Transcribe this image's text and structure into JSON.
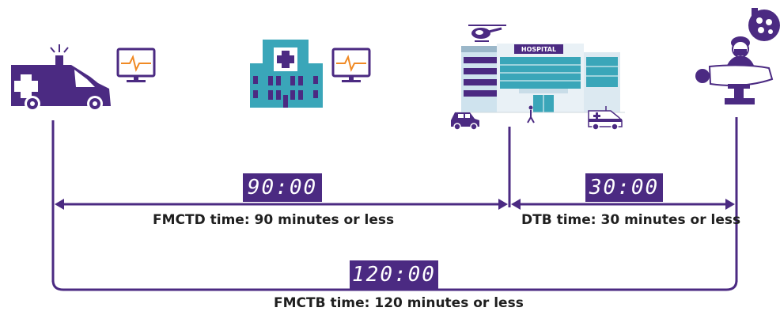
{
  "timers": {
    "fmctd": "90:00",
    "dtb": "30:00",
    "fmctb": "120:00"
  },
  "labels": {
    "fmctd": "FMCTD time: 90 minutes or less",
    "dtb": "DTB time: 30 minutes or less",
    "fmctb": "FMCTB time: 120 minutes or less"
  },
  "hospital_sign": "HOSPITAL",
  "colors": {
    "primary": "#4b2a82",
    "teal": "#3aa6b9",
    "monitor_line": "#f08a24"
  },
  "icons": [
    "ambulance-icon",
    "monitor-icon",
    "clinic-building-icon",
    "hospital-building-icon",
    "helicopter-icon",
    "car-icon",
    "surgeon-icon",
    "surgical-lamp-icon"
  ]
}
